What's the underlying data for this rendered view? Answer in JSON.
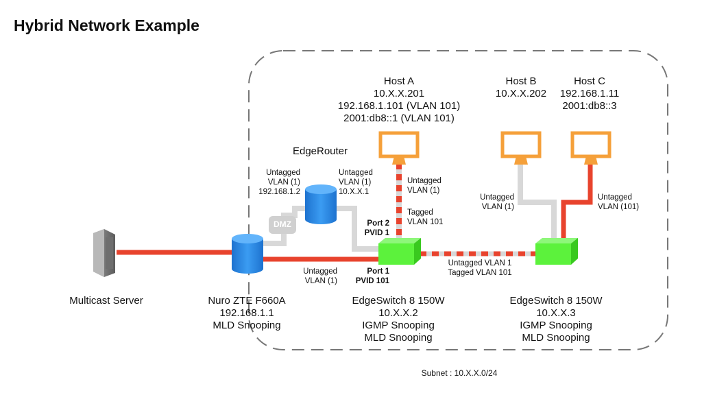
{
  "title": "Hybrid Network Example",
  "nodes": {
    "multicast_server": {
      "label": "Multicast Server"
    },
    "nuro": {
      "lines": [
        "Nuro ZTE F660A",
        "192.168.1.1",
        "MLD Snooping"
      ]
    },
    "edgerouter": {
      "label": "EdgeRouter"
    },
    "switch1": {
      "lines": [
        "EdgeSwitch 8 150W",
        "10.X.X.2",
        "IGMP Snooping",
        "MLD Snooping"
      ]
    },
    "switch2": {
      "lines": [
        "EdgeSwitch 8 150W",
        "10.X.X.3",
        "IGMP Snooping",
        "MLD Snooping"
      ]
    },
    "host_a": {
      "lines": [
        "Host A",
        "10.X.X.201",
        "192.168.1.101 (VLAN 101)",
        "2001:db8::1 (VLAN 101)"
      ]
    },
    "host_b": {
      "lines": [
        "Host B",
        "10.X.X.202"
      ]
    },
    "host_c": {
      "lines": [
        "Host C",
        "192.168.1.11",
        "2001:db8::3"
      ]
    },
    "dmz": {
      "label": "DMZ"
    }
  },
  "link_labels": {
    "router_left": [
      "Untagged",
      "VLAN (1)",
      "192.168.1.2"
    ],
    "router_right": [
      "Untagged",
      "VLAN (1)",
      "10.X.X.1"
    ],
    "port2": [
      "Port 2",
      "PVID 1"
    ],
    "port1": [
      "Port 1",
      "PVID 101"
    ],
    "nuro_switch": [
      "Untagged",
      "VLAN (1)"
    ],
    "hosta_untagged": [
      "Untagged",
      "VLAN (1)"
    ],
    "hosta_tagged": [
      "Tagged",
      "VLAN 101"
    ],
    "trunk": [
      "Untagged VLAN 1",
      "Tagged VLAN 101"
    ],
    "hostb": [
      "Untagged",
      "VLAN (1)"
    ],
    "hostc": [
      "Untagged",
      "VLAN (101)"
    ]
  },
  "subnet": "Subnet : 10.X.X.0/24",
  "colors": {
    "vlan101_red": "#e8432d",
    "vlan1_gray": "#d8d8d8",
    "switch_green": "#5cf23c",
    "host_orange": "#f5a03a",
    "router_blue": "#2f8fe8",
    "boundary_gray": "#777777"
  }
}
